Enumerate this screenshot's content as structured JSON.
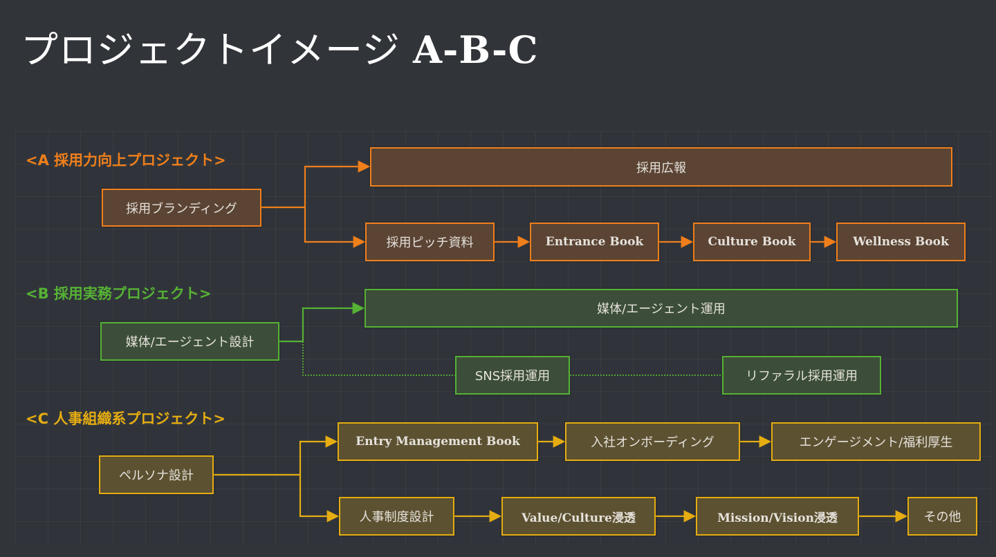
{
  "title": {
    "main": "プロジェクトイメージ",
    "suffix": "A-B-C"
  },
  "colors": {
    "a": "#f07f1b",
    "b": "#56b234",
    "c": "#e6ad12",
    "background": "#313439",
    "text": "#e6e2dc"
  },
  "sections": {
    "a": {
      "label": "<A  採用力向上プロジェクト>",
      "root": "採用ブランディング",
      "top": "採用広報",
      "chain": [
        "採用ピッチ資料",
        "Entrance Book",
        "Culture Book",
        "Wellness Book"
      ]
    },
    "b": {
      "label": "<B  採用実務プロジェクト>",
      "root": "媒体/エージェント設計",
      "top": "媒体/エージェント運用",
      "chain": [
        "SNS採用運用",
        "リファラル採用運用"
      ]
    },
    "c": {
      "label": "<C  人事組織系プロジェクト>",
      "root": "ペルソナ設計",
      "top_chain": [
        "Entry Management Book",
        "入社オンボーディング",
        "エンゲージメント/福利厚生"
      ],
      "bottom_chain": [
        "人事制度設計",
        "Value/Culture浸透",
        "Mission/Vision浸透",
        "その他"
      ]
    }
  }
}
